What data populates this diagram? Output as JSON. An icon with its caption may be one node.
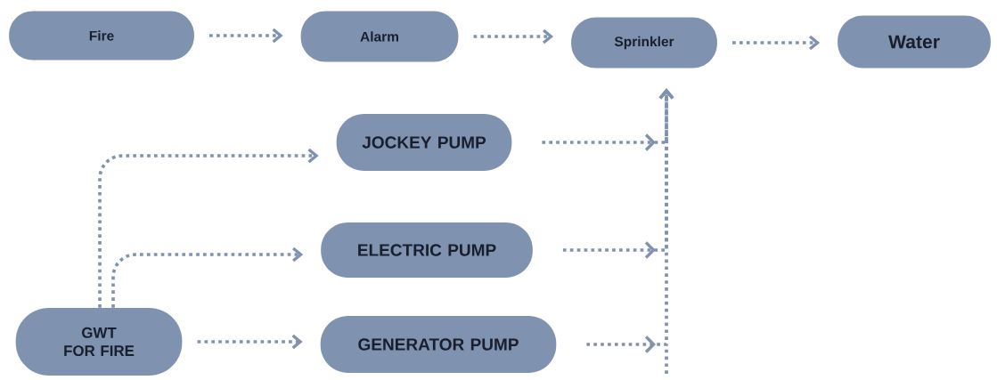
{
  "diagram": {
    "nodes": [
      {
        "text": [
          "Fire"
        ]
      },
      {
        "text": [
          "Alarm"
        ]
      },
      {
        "text": [
          "Sprinkler"
        ]
      },
      {
        "text": [
          "Water"
        ]
      },
      {
        "text": [
          "JOCKEY PUMP"
        ]
      },
      {
        "text": [
          "ELECTRIC PUMP"
        ]
      },
      {
        "text": [
          "GENERATOR PUMP"
        ]
      },
      {
        "text": [
          "GWT FOR FIRE"
        ]
      }
    ],
    "edges": [
      {
        "from": 0,
        "to": 1,
        "arrow": "to"
      },
      {
        "from": 1,
        "to": 2,
        "arrow": "to"
      },
      {
        "from": 2,
        "to": 3,
        "arrow": "to"
      },
      {
        "from": 7,
        "to": 4,
        "arrow": "to"
      },
      {
        "from": 7,
        "to": 5,
        "arrow": "to"
      },
      {
        "from": 7,
        "to": 6,
        "arrow": "to"
      },
      {
        "from": 4,
        "to": 2,
        "arrow": "to"
      },
      {
        "from": 5,
        "to": 2,
        "arrow": "to"
      },
      {
        "from": 6,
        "to": 2,
        "arrow": "to"
      }
    ]
  }
}
